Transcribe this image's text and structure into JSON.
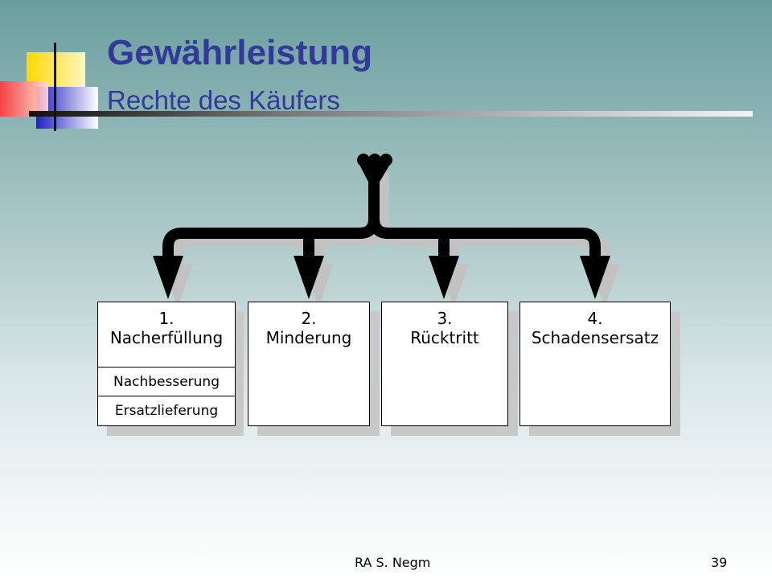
{
  "slide": {
    "title": "Gewährleistung",
    "subtitle": "Rechte des Käufers",
    "author": "RA S. Negm",
    "page_number": "39"
  },
  "diagram": {
    "boxes": [
      {
        "number": "1.",
        "label": "Nacherfüllung",
        "sub_items": [
          "Nachbesserung",
          "Ersatzlieferung"
        ]
      },
      {
        "number": "2.",
        "label": "Minderung"
      },
      {
        "number": "3.",
        "label": "Rücktritt"
      },
      {
        "number": "4.",
        "label": "Schadensersatz"
      }
    ]
  },
  "colors": {
    "title": "#33399a",
    "deco_yellow": "#ffd700",
    "deco_red": "#ff5050",
    "deco_blue": "#2626c8"
  }
}
